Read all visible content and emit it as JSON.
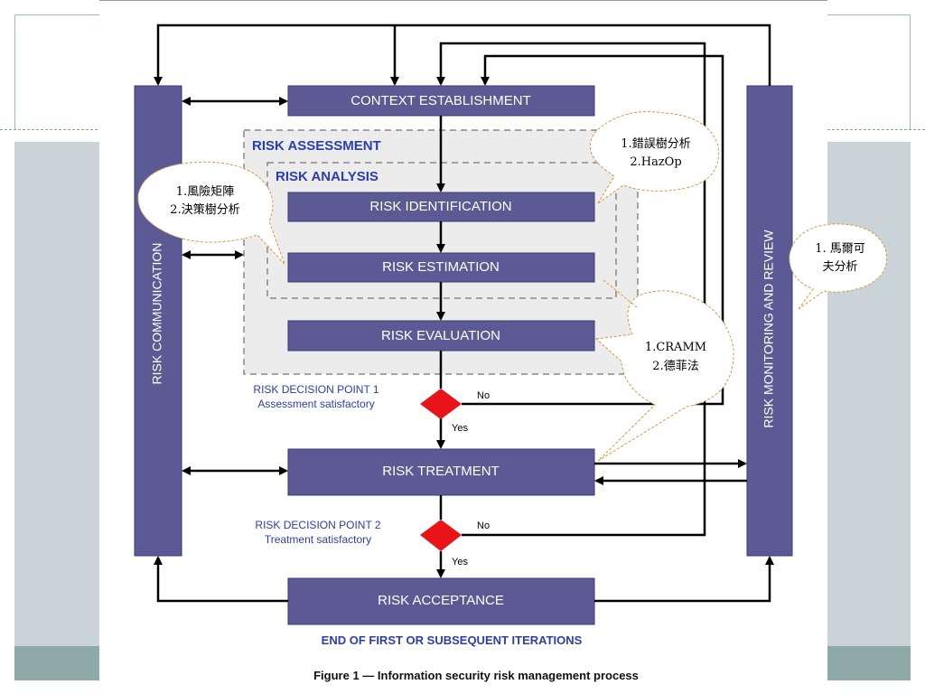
{
  "boxes": {
    "context": "CONTEXT ESTABLISHMENT",
    "identification": "RISK IDENTIFICATION",
    "estimation": "RISK ESTIMATION",
    "evaluation": "RISK EVALUATION",
    "treatment": "RISK TREATMENT",
    "acceptance": "RISK ACCEPTANCE"
  },
  "side_bars": {
    "communication": "RISK COMMUNICATION",
    "monitoring": "RISK MONITORING AND REVIEW"
  },
  "regions": {
    "assessment": "RISK ASSESSMENT",
    "analysis": "RISK ANALYSIS"
  },
  "decisions": {
    "point1": {
      "title": "RISK DECISION POINT 1",
      "subtitle": "Assessment satisfactory",
      "no": "No",
      "yes": "Yes"
    },
    "point2": {
      "title": "RISK DECISION POINT 2",
      "subtitle": "Treatment satisfactory",
      "no": "No",
      "yes": "Yes"
    }
  },
  "footer_iterations": "END OF FIRST OR SUBSEQUENT ITERATIONS",
  "caption": "Figure 1 — Information security risk management process",
  "callouts": {
    "top_right": {
      "line1": "1.錯誤樹分析",
      "line2": "2.HazOp"
    },
    "left": {
      "line1": "1.風險矩陣",
      "line2": "2.決策樹分析"
    },
    "far_right": {
      "line1": "1. 馬爾可",
      "line2": "夫分析"
    },
    "middle_right": {
      "line1": "1.CRAMM",
      "line2": "2.德菲法"
    }
  },
  "colors": {
    "box_fill": "#5c5a94",
    "box_text": "#ffffff",
    "label_blue": "#2a3eb0",
    "diamond": "#e8141a",
    "callout_border": "#e0953a",
    "dashed": "#888888",
    "slide_mid": "#c9d3d8",
    "slide_bottom": "#8fa9a8"
  }
}
